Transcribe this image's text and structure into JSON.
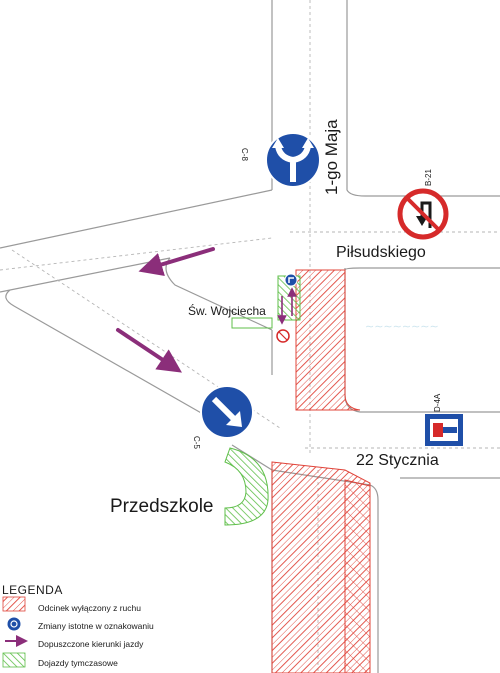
{
  "streets": {
    "maja": "1-go Maja",
    "pilsudskiego": "Piłsudskiego",
    "stycznia": "22 Stycznia",
    "wojciecha": "Św. Wojciecha"
  },
  "places": {
    "kindergarten": "Przedszkole"
  },
  "signs": {
    "c8": "C-8",
    "b21": "B-21",
    "d4a": "D-4A",
    "c5": "C-5"
  },
  "legend": {
    "title": "LEGENDA",
    "items": [
      {
        "label": "Odcinek wyłączony z ruchu",
        "icon": "red-hatch-swatch"
      },
      {
        "label": "Zmiany istotne w oznakowaniu",
        "icon": "sign-circle-icon"
      },
      {
        "label": "Dopuszczone kierunki jazdy",
        "icon": "purple-arrow-icon"
      },
      {
        "label": "Dojazdy tymczasowe",
        "icon": "green-hatch-swatch"
      }
    ]
  },
  "colors": {
    "road_edge": "#9a9a9a",
    "closed_hatch": "#e0443a",
    "temp_access": "#5fbf4a",
    "arrow": "#8b2e7a",
    "sign_blue": "#1f4fa8",
    "sign_red": "#d62a2a"
  }
}
